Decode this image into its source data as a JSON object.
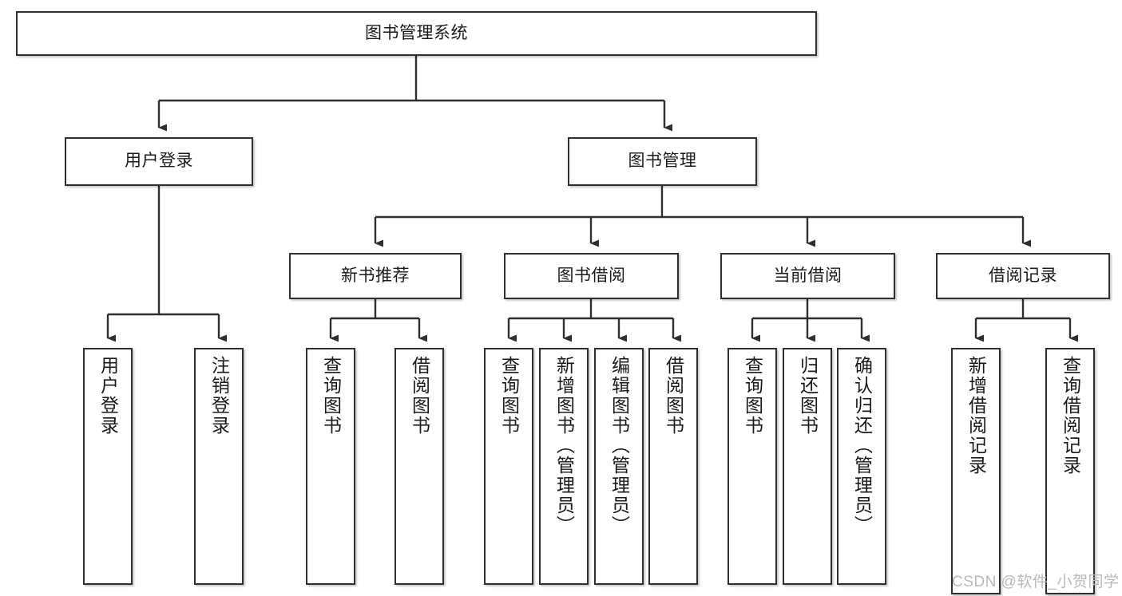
{
  "diagram": {
    "title": "图书管理系统",
    "watermark": "CSDN @软件_小贺同学",
    "line_color": "#2f2f2f",
    "box_fill": "#ffffff",
    "text_color": "#1a1a1a",
    "watermark_color": "#b9b9b9"
  },
  "nodes": {
    "root": {
      "label": "图书管理系统"
    },
    "level2": [
      {
        "label": "用户登录"
      },
      {
        "label": "图书管理"
      }
    ],
    "level3": [
      {
        "label": "新书推荐"
      },
      {
        "label": "图书借阅"
      },
      {
        "label": "当前借阅"
      },
      {
        "label": "借阅记录"
      }
    ],
    "leaves": {
      "user_login": [
        {
          "label": "用户登录"
        },
        {
          "label": "注销登录"
        }
      ],
      "new_book": [
        {
          "label": "查询图书"
        },
        {
          "label": "借阅图书"
        }
      ],
      "borrow_book": [
        {
          "label": "查询图书"
        },
        {
          "label": "新增图书（管理员）"
        },
        {
          "label": "编辑图书（管理员）"
        },
        {
          "label": "借阅图书"
        }
      ],
      "current_borrow": [
        {
          "label": "查询图书"
        },
        {
          "label": "归还图书"
        },
        {
          "label": "确认归还（管理员）"
        }
      ],
      "borrow_record": [
        {
          "label": "新增借阅记录"
        },
        {
          "label": "查询借阅记录"
        }
      ]
    }
  },
  "chart_data": {
    "type": "tree",
    "title": "图书管理系统",
    "edges": [
      [
        "图书管理系统",
        "用户登录"
      ],
      [
        "图书管理系统",
        "图书管理"
      ],
      [
        "用户登录",
        "用户登录"
      ],
      [
        "用户登录",
        "注销登录"
      ],
      [
        "图书管理",
        "新书推荐"
      ],
      [
        "图书管理",
        "图书借阅"
      ],
      [
        "图书管理",
        "当前借阅"
      ],
      [
        "图书管理",
        "借阅记录"
      ],
      [
        "新书推荐",
        "查询图书"
      ],
      [
        "新书推荐",
        "借阅图书"
      ],
      [
        "图书借阅",
        "查询图书"
      ],
      [
        "图书借阅",
        "新增图书（管理员）"
      ],
      [
        "图书借阅",
        "编辑图书（管理员）"
      ],
      [
        "图书借阅",
        "借阅图书"
      ],
      [
        "当前借阅",
        "查询图书"
      ],
      [
        "当前借阅",
        "归还图书"
      ],
      [
        "当前借阅",
        "确认归还（管理员）"
      ],
      [
        "借阅记录",
        "新增借阅记录"
      ],
      [
        "借阅记录",
        "查询借阅记录"
      ]
    ]
  }
}
